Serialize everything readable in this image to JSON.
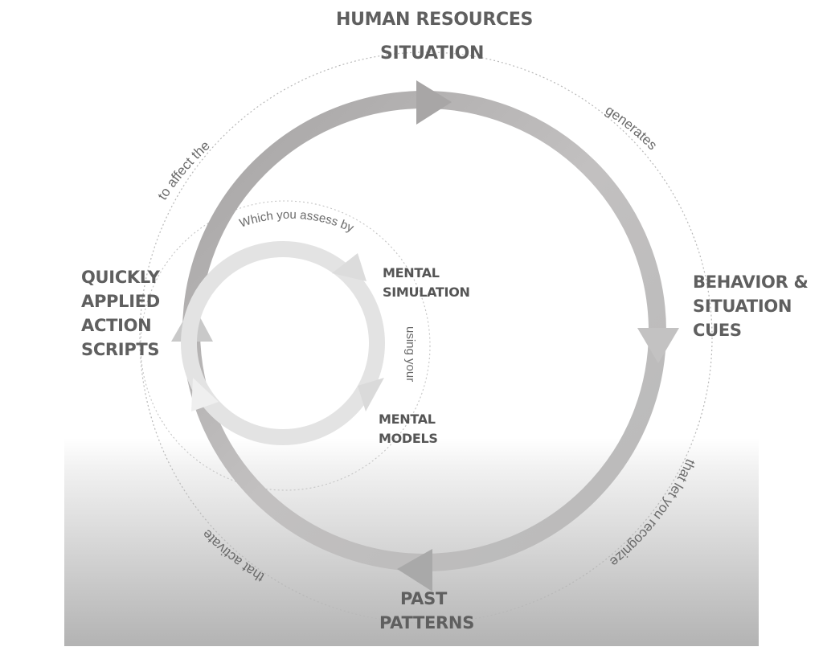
{
  "diagram": {
    "title": "HUMAN RESOURCES",
    "type": "cycle",
    "outer_cycle": {
      "nodes": [
        {
          "id": "situation",
          "lines": [
            "SITUATION"
          ]
        },
        {
          "id": "cues",
          "lines": [
            "BEHAVIOR &",
            "SITUATION",
            "CUES"
          ]
        },
        {
          "id": "patterns",
          "lines": [
            "PAST",
            "PATTERNS"
          ]
        },
        {
          "id": "scripts",
          "lines": [
            "QUICKLY",
            "APPLIED",
            "ACTION",
            "SCRIPTS"
          ]
        }
      ],
      "connectors": [
        {
          "from": "situation",
          "to": "cues",
          "label": "generates"
        },
        {
          "from": "cues",
          "to": "patterns",
          "label": "that let you recognize"
        },
        {
          "from": "patterns",
          "to": "scripts",
          "label": "that activate"
        },
        {
          "from": "scripts",
          "to": "situation",
          "label": "to affect the"
        }
      ]
    },
    "inner_cycle": {
      "nodes": [
        {
          "id": "simulation",
          "lines": [
            "MENTAL",
            "SIMULATION"
          ]
        },
        {
          "id": "models",
          "lines": [
            "MENTAL",
            "MODELS"
          ]
        }
      ],
      "connectors": [
        {
          "from": "scripts",
          "to": "simulation",
          "label": "Which you assess by"
        },
        {
          "from": "simulation",
          "to": "models",
          "label": "using your"
        }
      ]
    },
    "colors": {
      "outer_arrow_dark": "#a9a7a7",
      "outer_arrow_light": "#c8c8c8",
      "inner_arrow": "#e2e2e2",
      "text": "#5f5f5f",
      "gradient_top": "#ffffff",
      "gradient_bottom": "#b3b3b3"
    }
  }
}
